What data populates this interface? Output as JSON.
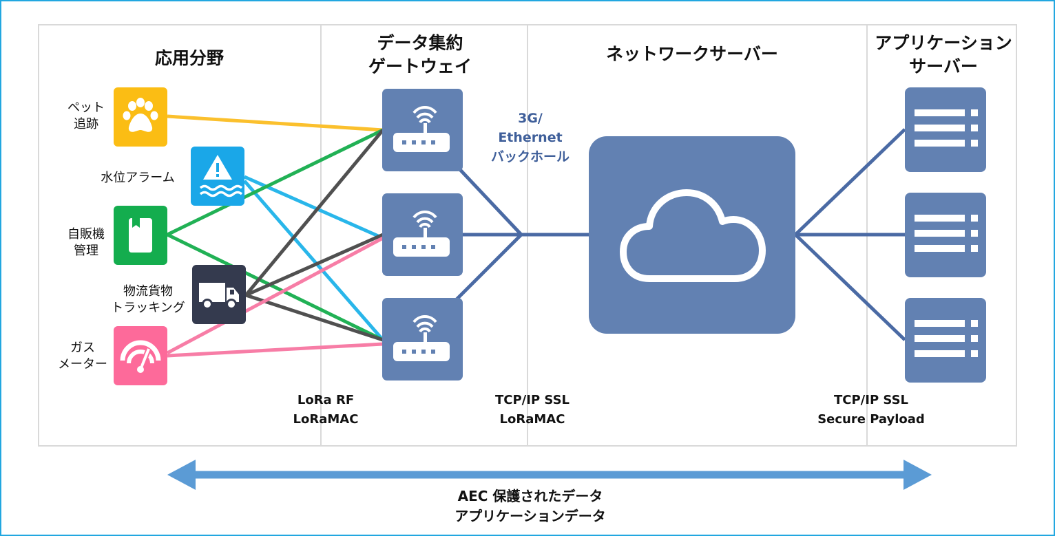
{
  "headings": {
    "applications": "応用分野",
    "gateway": "データ集約\nゲートウェイ",
    "network_server": "ネットワークサーバー",
    "app_server": "アプリケーション\nサーバー"
  },
  "applications": [
    {
      "label": "ペット\n追跡",
      "icon": "paw-icon",
      "color": "#fbbd14"
    },
    {
      "label": "水位アラーム",
      "icon": "water-alarm-icon",
      "color": "#1aa7e8"
    },
    {
      "label": "自販機\n管理",
      "icon": "vending-icon",
      "color": "#14ad4e"
    },
    {
      "label": "物流貨物\nトラッキング",
      "icon": "truck-icon",
      "color": "#343a4e"
    },
    {
      "label": "ガス\nメーター",
      "icon": "gauge-icon",
      "color": "#fd6a9a"
    }
  ],
  "gateway_icon": "router-icon",
  "server_icon": "server-icon",
  "cloud_icon": "cloud-icon",
  "backhaul": "3G/\nEthernet\nバックホール",
  "protocols": {
    "lora": "LoRa RF\nLoRaMAC",
    "network": "TCP/IP SSL\nLoRaMAC",
    "application": "TCP/IP SSL\nSecure Payload"
  },
  "footer": {
    "line1": "AEC 保護されたデータ",
    "line2": "アプリケーションデータ"
  },
  "colors": {
    "node": "#6281b2",
    "backbone_line": "#4a6aa4",
    "arrow": "#5b9bd5",
    "border": "#22a7e0",
    "line_yellow": "#fbc02d",
    "line_blue": "#29b6ea",
    "line_green": "#21b155",
    "line_dark": "#505050",
    "line_pink": "#f77da6"
  }
}
